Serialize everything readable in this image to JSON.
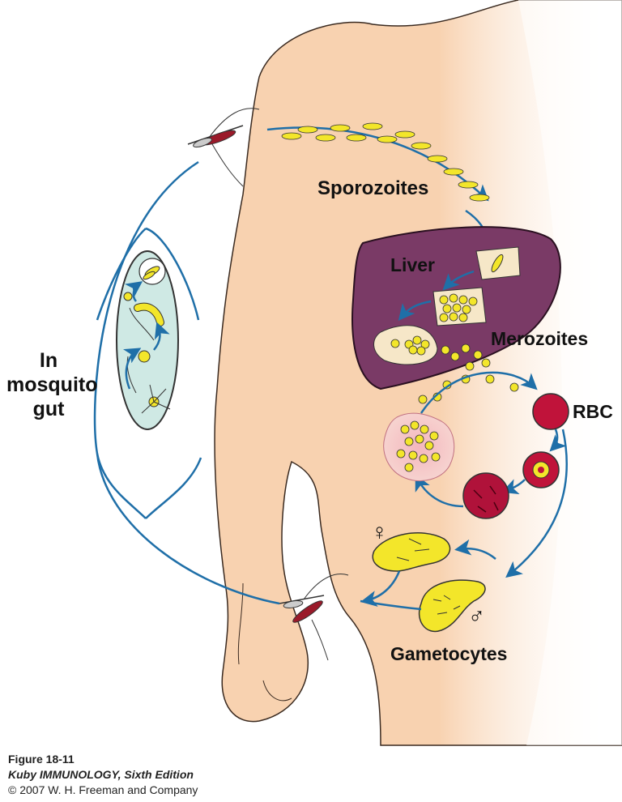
{
  "labels": {
    "sporozoites": "Sporozoites",
    "liver": "Liver",
    "merozoites": "Merozoites",
    "rbc": "RBC",
    "gametocytes": "Gametocytes",
    "in_mosquito_gut": [
      "In",
      "mosquito",
      "gut"
    ],
    "female_symbol": "♀",
    "male_symbol": "♂"
  },
  "caption": {
    "figure": "Figure 18-11",
    "book": "Kuby IMMUNOLOGY, Sixth Edition",
    "copyright": "© 2007 W. H. Freeman and Company"
  },
  "colors": {
    "skin": "#f6c7a0",
    "liver": "#7a3a66",
    "arrow": "#1f6fa8",
    "parasite": "#f3e62a",
    "rbc": "#c0133a",
    "gut": "#cfe9e4",
    "burst": "#e8a0a8"
  }
}
